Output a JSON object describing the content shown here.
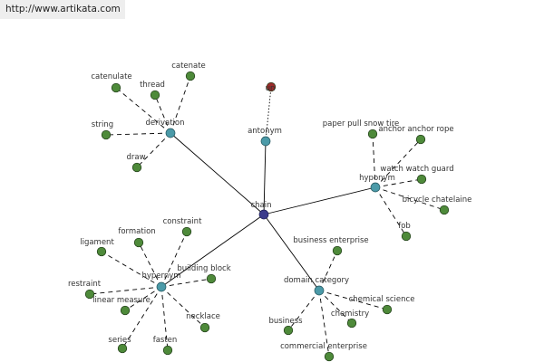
{
  "header": {
    "url": "http://www.artikata.com"
  },
  "colors": {
    "center": "#3a3a8c",
    "category": "#4b9aa8",
    "leaf": "#4e8a3a",
    "antonym": "#9a2b2b",
    "edge": "#000000"
  },
  "graph": {
    "center": "chain",
    "categories": [
      {
        "id": "derivation",
        "label": "derivation",
        "leaves": [
          "catenulate",
          "catenate",
          "thread",
          "string",
          "draw"
        ]
      },
      {
        "id": "antonym",
        "label": "antonym",
        "leaves": [
          "un"
        ]
      },
      {
        "id": "hyponym",
        "label": "hyponym",
        "leaves": [
          "paper pull snow tire",
          "anchor anchor rope",
          "watch watch guard",
          "bicycle chatelaine",
          "fob"
        ]
      },
      {
        "id": "hypernym",
        "label": "hypernym",
        "leaves": [
          "ligament",
          "formation",
          "constraint",
          "building block",
          "restraint",
          "linear measure",
          "necklace",
          "series",
          "fasten"
        ]
      },
      {
        "id": "domain-category",
        "label": "domain category",
        "leaves": [
          "business enterprise",
          "chemical science",
          "chemistry",
          "business",
          "commercial enterprise"
        ]
      }
    ]
  }
}
